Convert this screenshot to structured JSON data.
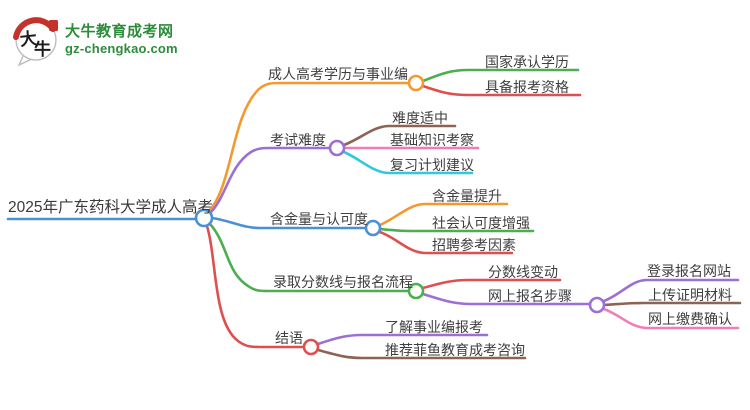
{
  "logo": {
    "icon_char_1": "大",
    "icon_char_2": "牛",
    "site_name": "大牛教育成考网",
    "site_url": "gz-chengkao.com",
    "brand_green": "#2d8c3c",
    "seal_red": "#c4332b"
  },
  "mindmap": {
    "root": {
      "label": "2025年广东药科大学成人高考",
      "color": "#4a90d8"
    },
    "branches": [
      {
        "label": "成人高考学历与事业编",
        "color": "#f5992e",
        "children": [
          {
            "label": "国家承认学历",
            "color": "#4bae4f"
          },
          {
            "label": "具备报考资格",
            "color": "#e04f4f"
          }
        ]
      },
      {
        "label": "考试难度",
        "color": "#9b6fd3",
        "children": [
          {
            "label": "难度适中",
            "color": "#8d6355"
          },
          {
            "label": "基础知识考察",
            "color": "#f17db8"
          },
          {
            "label": "复习计划建议",
            "color": "#2ec9de"
          }
        ]
      },
      {
        "label": "含金量与认可度",
        "color": "#4a90d8",
        "children": [
          {
            "label": "含金量提升",
            "color": "#f5992e"
          },
          {
            "label": "社会认可度增强",
            "color": "#4bae4f"
          },
          {
            "label": "招聘参考因素",
            "color": "#e04f4f"
          }
        ]
      },
      {
        "label": "录取分数线与报名流程",
        "color": "#4bae4f",
        "children": [
          {
            "label": "分数线变动",
            "color": "#e04f4f"
          },
          {
            "label": "网上报名步骤",
            "color": "#9b6fd3",
            "children": [
              {
                "label": "登录报名网站",
                "color": "#9b6fd3"
              },
              {
                "label": "上传证明材料",
                "color": "#8d6355"
              },
              {
                "label": "网上缴费确认",
                "color": "#f17db8"
              }
            ]
          }
        ]
      },
      {
        "label": "结语",
        "color": "#e04f4f",
        "children": [
          {
            "label": "了解事业编报考",
            "color": "#9b6fd3"
          },
          {
            "label": "推荐菲鱼教育成考咨询",
            "color": "#8d6355"
          }
        ]
      }
    ]
  }
}
